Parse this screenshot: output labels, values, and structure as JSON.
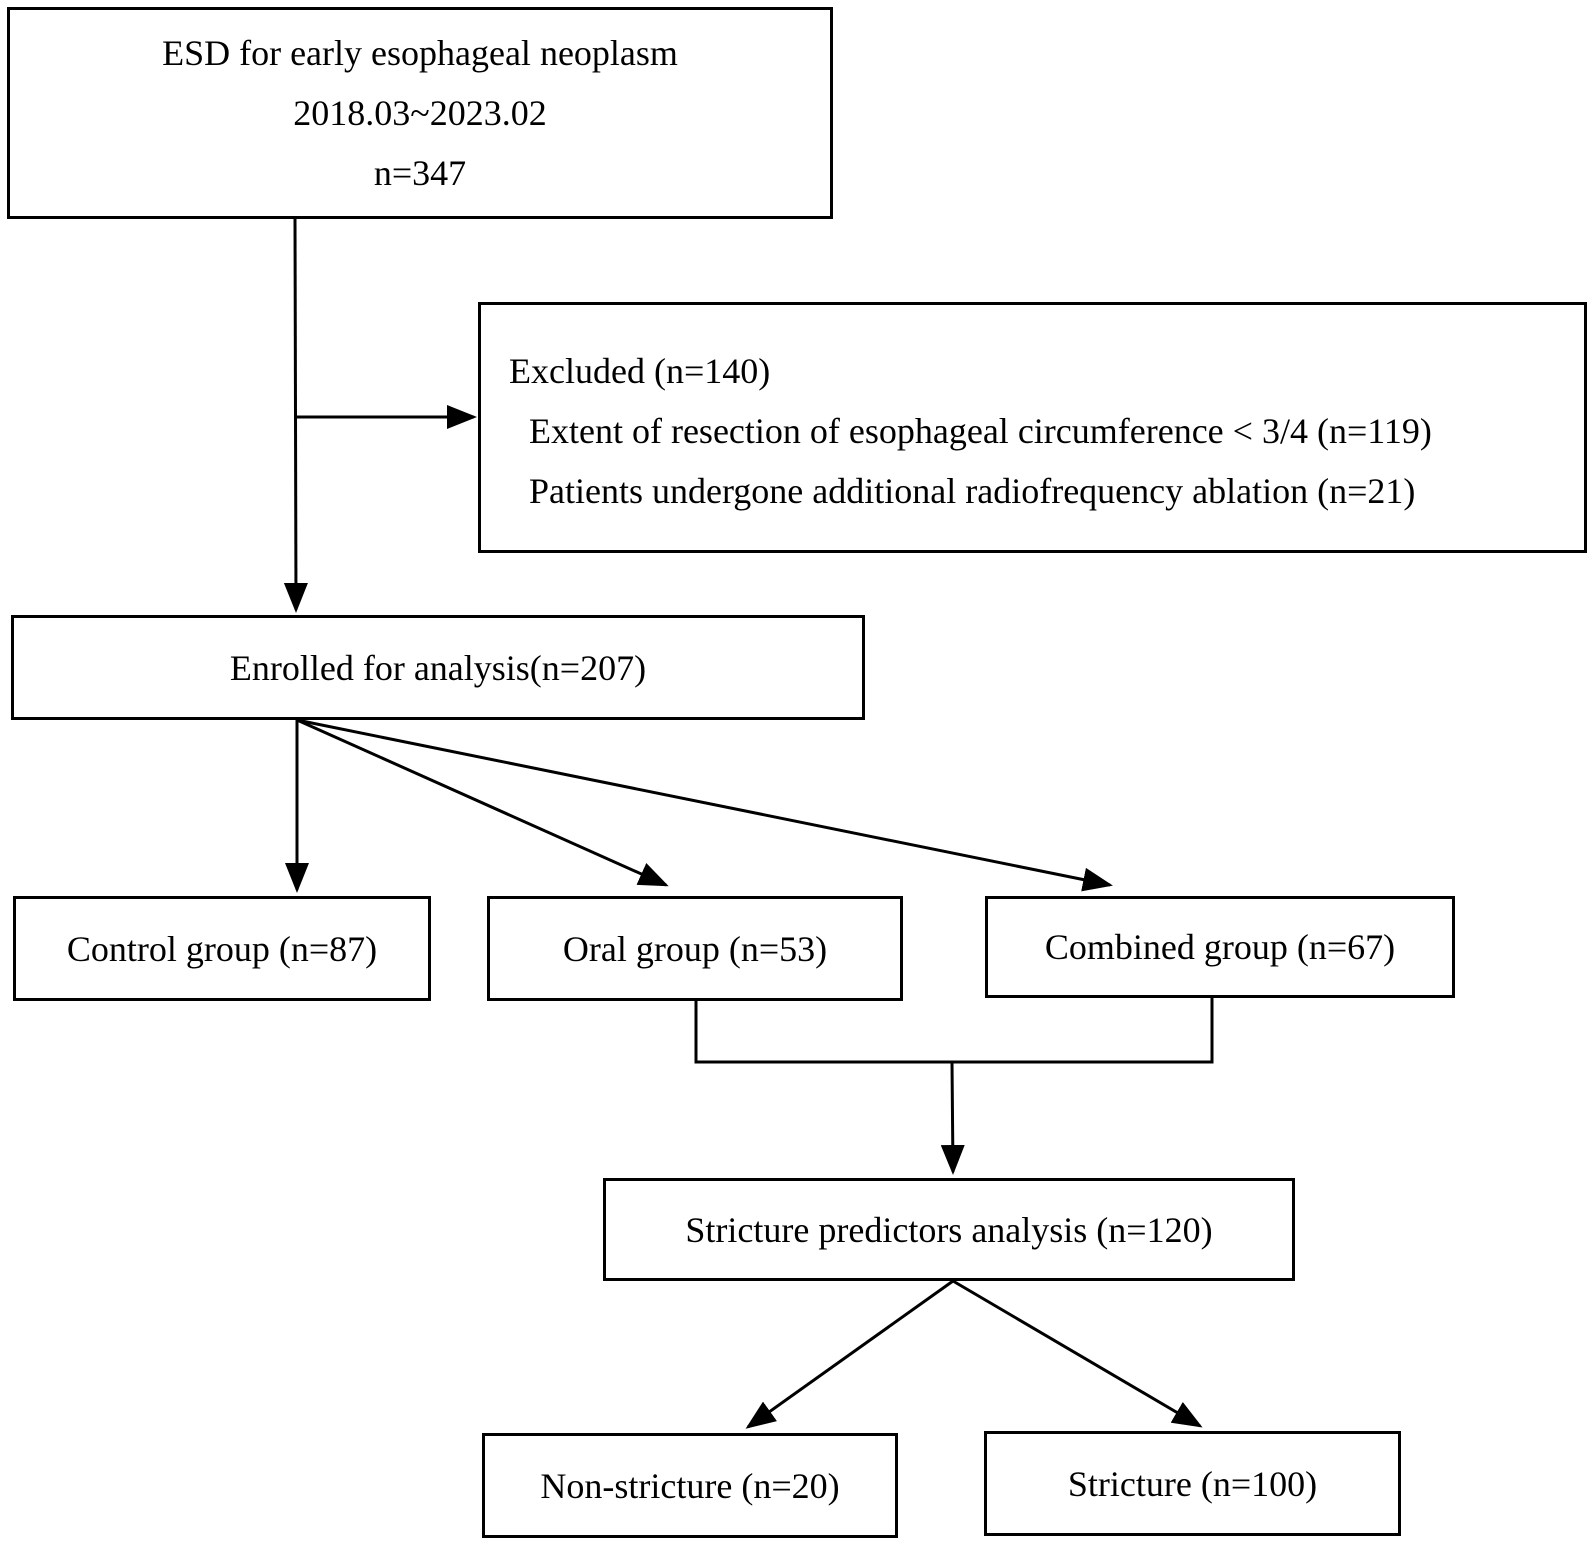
{
  "start": {
    "title": "ESD for early esophageal neoplasm",
    "period": "2018.03~2023.02",
    "n": "n=347"
  },
  "excluded": {
    "title": "Excluded (n=140)",
    "reason_1": "Extent of resection of esophageal circumference < 3/4 (n=119)",
    "reason_2": "Patients undergone additional radiofrequency ablation (n=21)"
  },
  "enrolled": {
    "label": "Enrolled for analysis(n=207)"
  },
  "groups": {
    "control": "Control group (n=87)",
    "oral": "Oral group (n=53)",
    "combined": "Combined group (n=67)"
  },
  "predictors": {
    "label": "Stricture predictors analysis (n=120)"
  },
  "outcomes": {
    "non_stricture": "Non-stricture (n=20)",
    "stricture": "Stricture (n=100)"
  }
}
